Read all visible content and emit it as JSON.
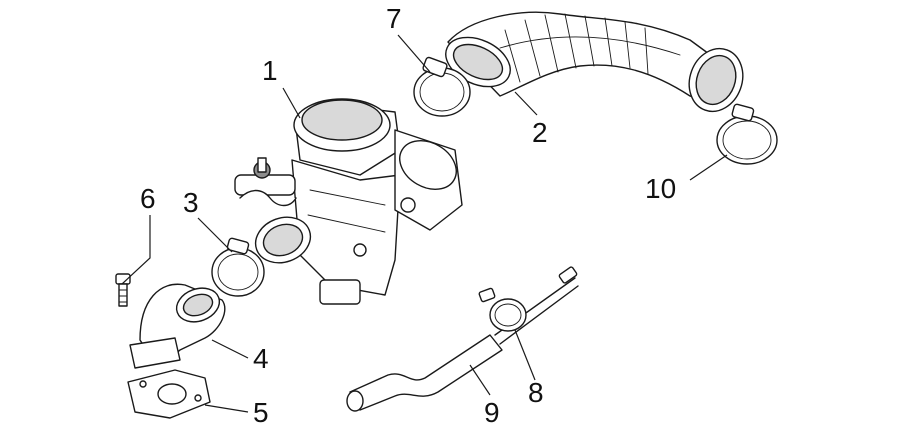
{
  "callouts": [
    {
      "id": "1",
      "text": "1"
    },
    {
      "id": "2",
      "text": "2"
    },
    {
      "id": "3",
      "text": "3"
    },
    {
      "id": "4",
      "text": "4"
    },
    {
      "id": "5",
      "text": "5"
    },
    {
      "id": "6",
      "text": "6"
    },
    {
      "id": "7",
      "text": "7"
    },
    {
      "id": "8",
      "text": "8"
    },
    {
      "id": "9",
      "text": "9"
    },
    {
      "id": "10",
      "text": "10"
    }
  ],
  "colors": {
    "line": "#1a1a1a",
    "shade": "#d9d9d9",
    "background": "#ffffff"
  }
}
